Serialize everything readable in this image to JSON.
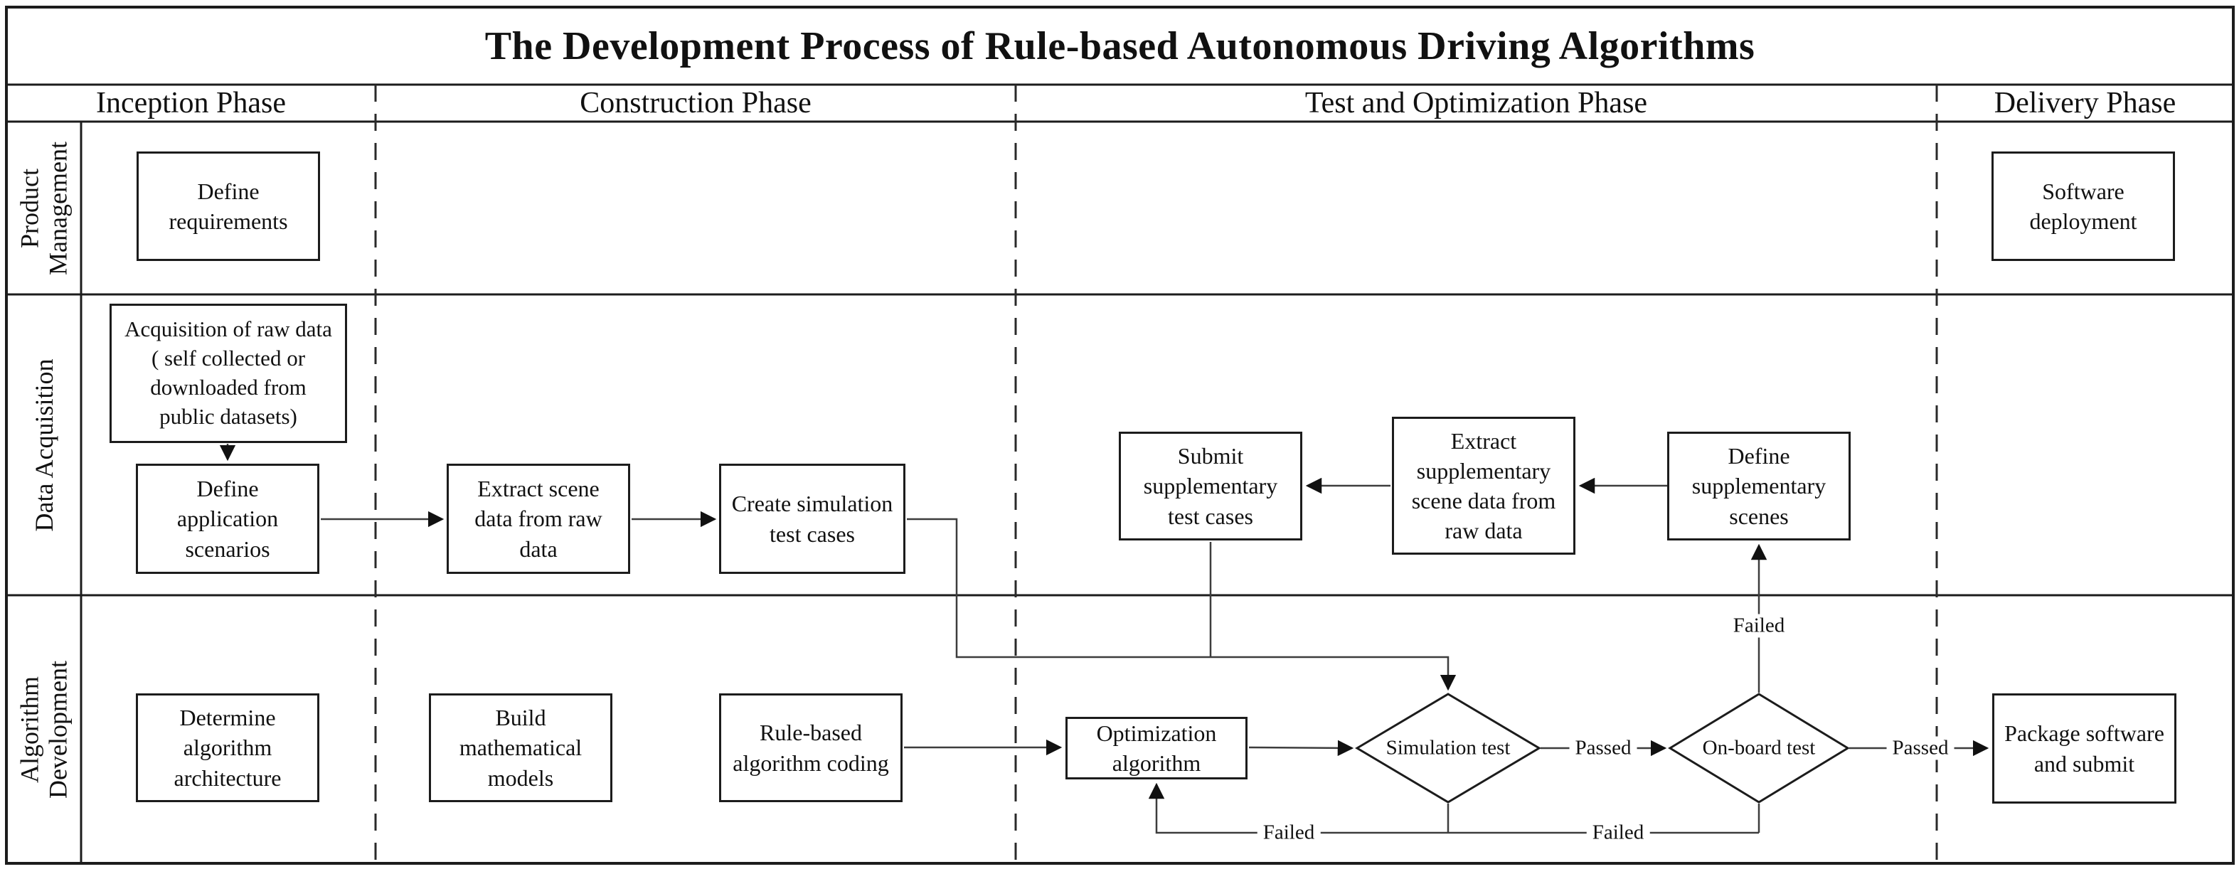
{
  "title": "The Development Process of Rule-based Autonomous Driving Algorithms",
  "phase_headers": {
    "inception": "Inception Phase",
    "construction": "Construction Phase",
    "test_optimization": "Test and Optimization Phase",
    "delivery": "Delivery Phase"
  },
  "lane_labels": {
    "product_management": "Product Management",
    "data_acquisition": "Data Acquisition",
    "algorithm_development": "Algorithm Development"
  },
  "nodes": {
    "define_requirements": "Define requirements",
    "acquisition_raw_data": "Acquisition of raw data ( self collected or downloaded from public datasets)",
    "define_application_scenarios": "Define application scenarios",
    "extract_scene_data": "Extract scene data from raw data",
    "create_simulation_test_cases": "Create simulation test cases",
    "submit_supplementary_test_cases": "Submit supplementary test cases",
    "extract_supplementary_scene_data": "Extract supplementary scene data from raw data",
    "define_supplementary_scenes": "Define supplementary scenes",
    "software_deployment": "Software deployment",
    "determine_algorithm_architecture": "Determine algorithm architecture",
    "build_mathematical_models": "Build mathematical models",
    "rule_based_algorithm_coding": "Rule-based algorithm coding",
    "optimization_algorithm": "Optimization algorithm",
    "simulation_test": "Simulation test",
    "on_board_test": "On-board test",
    "package_software_and_submit": "Package software and submit"
  },
  "edge_labels": {
    "sim_to_onboard_passed": "Passed",
    "onboard_to_package_passed": "Passed",
    "onboard_failed_up": "Failed",
    "sim_failed_back": "Failed",
    "onboard_failed_back": "Failed"
  },
  "colors": {
    "line": "#3d3d3d",
    "border": "#1c1c1c",
    "background": "#ffffff"
  }
}
